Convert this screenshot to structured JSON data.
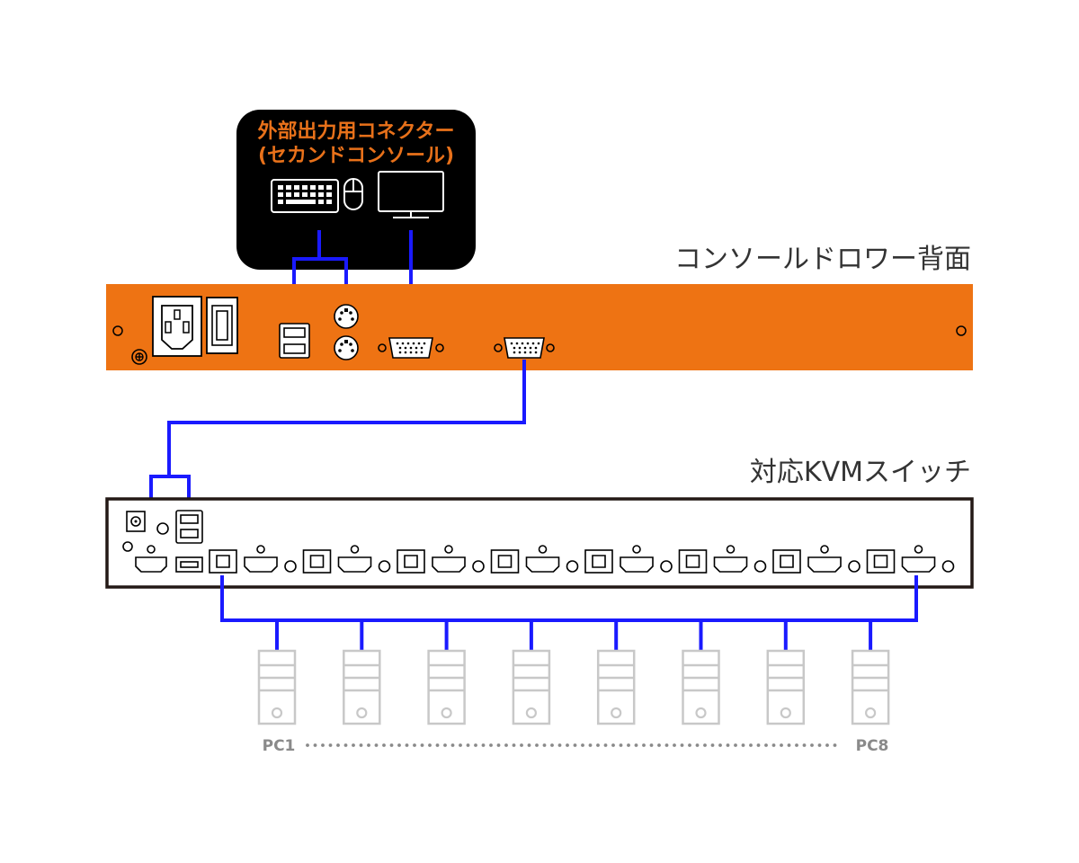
{
  "external_box": {
    "title_line1": "外部出力用コネクター",
    "title_line2": "(セカンドコンソール)",
    "icons": [
      "keyboard-icon",
      "mouse-icon",
      "monitor-icon"
    ]
  },
  "console_drawer": {
    "label": "コンソールドロワー背面",
    "ports": [
      "power-inlet",
      "power-switch",
      "ground-screw",
      "usb-ports",
      "ps2-ports",
      "vga-out",
      "vga-in"
    ]
  },
  "kvm_switch": {
    "label": "対応KVMスイッチ",
    "pc_port_groups": 8
  },
  "pcs": {
    "count": 8,
    "first_label": "PC1",
    "last_label": "PC8"
  },
  "colors": {
    "drawer_orange": "#ee7313",
    "cable_blue": "#1a1aff",
    "label_orange": "#e8711a",
    "pc_gray": "#c8c8c8"
  }
}
